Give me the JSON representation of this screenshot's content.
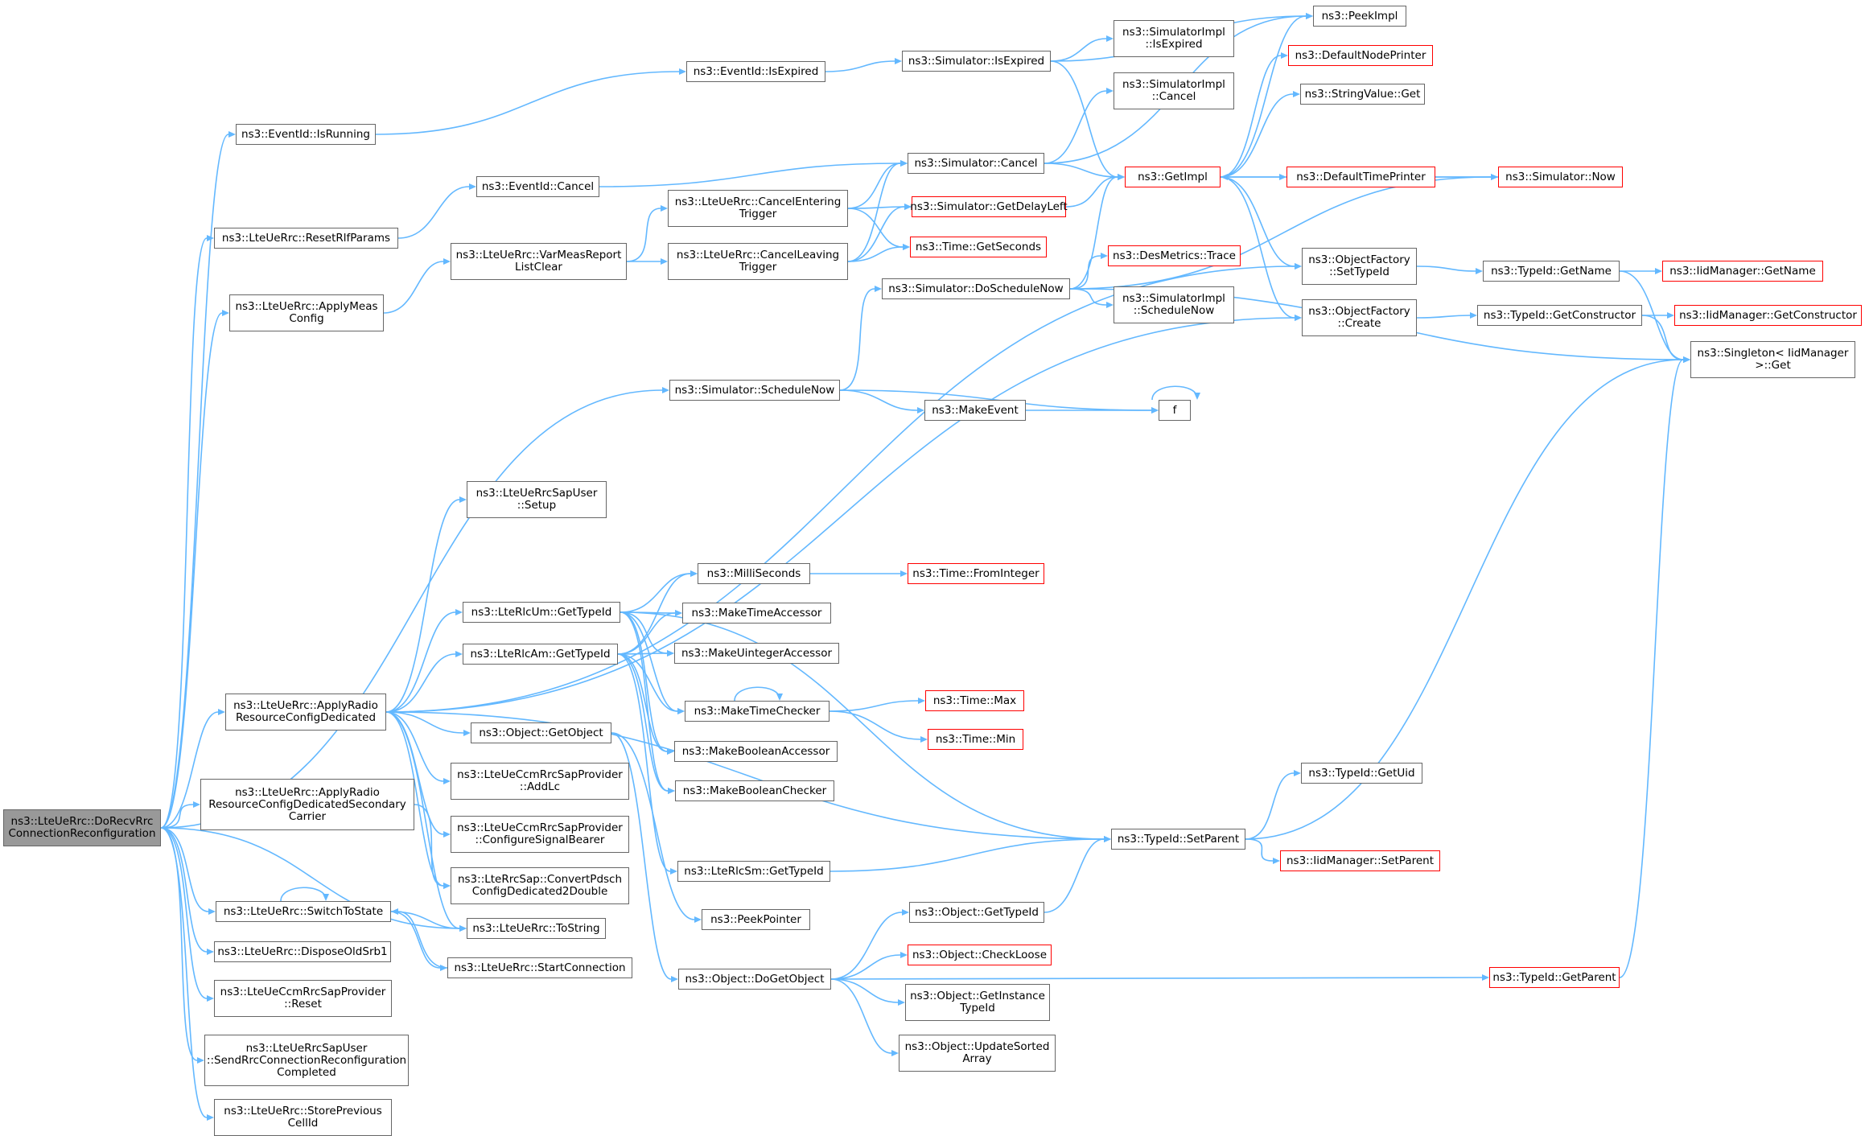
{
  "colors": {
    "edge": "#63b8ff",
    "border": "#666666",
    "truncated_border": "#ff0000",
    "root_fill": "#999999"
  },
  "nodes": [
    {
      "id": "root",
      "lines": [
        "ns3::LteUeRrc::DoRecvRrc",
        "ConnectionReconfiguration"
      ],
      "style": "root"
    },
    {
      "id": "evIsRunning",
      "lines": [
        "ns3::EventId::IsRunning"
      ]
    },
    {
      "id": "resetRlf",
      "lines": [
        "ns3::LteUeRrc::ResetRlfParams"
      ]
    },
    {
      "id": "applyMeas",
      "lines": [
        "ns3::LteUeRrc::ApplyMeas",
        "Config"
      ]
    },
    {
      "id": "applyRadio",
      "lines": [
        "ns3::LteUeRrc::ApplyRadio",
        "ResourceConfigDedicated"
      ]
    },
    {
      "id": "applyRadioSec",
      "lines": [
        "ns3::LteUeRrc::ApplyRadio",
        "ResourceConfigDedicatedSecondary",
        "Carrier"
      ]
    },
    {
      "id": "switchState",
      "lines": [
        "ns3::LteUeRrc::SwitchToState"
      ]
    },
    {
      "id": "disposeSrb1",
      "lines": [
        "ns3::LteUeRrc::DisposeOldSrb1"
      ]
    },
    {
      "id": "ccmReset",
      "lines": [
        "ns3::LteUeCcmRrcSapProvider",
        "::Reset"
      ]
    },
    {
      "id": "sendReconf",
      "lines": [
        "ns3::LteUeRrcSapUser",
        "::SendRrcConnectionReconfiguration",
        "Completed"
      ]
    },
    {
      "id": "storeCell",
      "lines": [
        "ns3::LteUeRrc::StorePrevious",
        "CellId"
      ]
    },
    {
      "id": "evIsExpired",
      "lines": [
        "ns3::EventId::IsExpired"
      ]
    },
    {
      "id": "evCancel",
      "lines": [
        "ns3::EventId::Cancel"
      ]
    },
    {
      "id": "varMeas",
      "lines": [
        "ns3::LteUeRrc::VarMeasReport",
        "ListClear"
      ]
    },
    {
      "id": "simSchedNow",
      "lines": [
        "ns3::Simulator::ScheduleNow"
      ]
    },
    {
      "id": "sapSetup",
      "lines": [
        "ns3::LteUeRrcSapUser",
        "::Setup"
      ]
    },
    {
      "id": "umGetTypeId",
      "lines": [
        "ns3::LteRlcUm::GetTypeId"
      ]
    },
    {
      "id": "amGetTypeId",
      "lines": [
        "ns3::LteRlcAm::GetTypeId"
      ]
    },
    {
      "id": "objGetObject",
      "lines": [
        "ns3::Object::GetObject"
      ]
    },
    {
      "id": "ccmAddLc",
      "lines": [
        "ns3::LteUeCcmRrcSapProvider",
        "::AddLc"
      ]
    },
    {
      "id": "ccmConfSig",
      "lines": [
        "ns3::LteUeCcmRrcSapProvider",
        "::ConfigureSignalBearer"
      ]
    },
    {
      "id": "convPdsch",
      "lines": [
        "ns3::LteRrcSap::ConvertPdsch",
        "ConfigDedicated2Double"
      ]
    },
    {
      "id": "toString",
      "lines": [
        "ns3::LteUeRrc::ToString"
      ]
    },
    {
      "id": "startConn",
      "lines": [
        "ns3::LteUeRrc::StartConnection"
      ]
    },
    {
      "id": "simIsExpired",
      "lines": [
        "ns3::Simulator::IsExpired"
      ]
    },
    {
      "id": "cancelEnter",
      "lines": [
        "ns3::LteUeRrc::CancelEntering",
        "Trigger"
      ]
    },
    {
      "id": "cancelLeave",
      "lines": [
        "ns3::LteUeRrc::CancelLeaving",
        "Trigger"
      ]
    },
    {
      "id": "simCancel",
      "lines": [
        "ns3::Simulator::Cancel"
      ]
    },
    {
      "id": "simDelayLeft",
      "lines": [
        "ns3::Simulator::GetDelayLeft"
      ],
      "style": "red"
    },
    {
      "id": "timeGetSec",
      "lines": [
        "ns3::Time::GetSeconds"
      ],
      "style": "red"
    },
    {
      "id": "simDoSched",
      "lines": [
        "ns3::Simulator::DoScheduleNow"
      ]
    },
    {
      "id": "makeEvent",
      "lines": [
        "ns3::MakeEvent"
      ]
    },
    {
      "id": "f",
      "lines": [
        "f"
      ]
    },
    {
      "id": "milliSec",
      "lines": [
        "ns3::MilliSeconds"
      ]
    },
    {
      "id": "timeFromInt",
      "lines": [
        "ns3::Time::FromInteger"
      ],
      "style": "red"
    },
    {
      "id": "makeTimeAcc",
      "lines": [
        "ns3::MakeTimeAccessor"
      ]
    },
    {
      "id": "makeUintAcc",
      "lines": [
        "ns3::MakeUintegerAccessor"
      ]
    },
    {
      "id": "makeTimeChk",
      "lines": [
        "ns3::MakeTimeChecker"
      ]
    },
    {
      "id": "timeMax",
      "lines": [
        "ns3::Time::Max"
      ],
      "style": "red"
    },
    {
      "id": "timeMin",
      "lines": [
        "ns3::Time::Min"
      ],
      "style": "red"
    },
    {
      "id": "makeBoolAcc",
      "lines": [
        "ns3::MakeBooleanAccessor"
      ]
    },
    {
      "id": "makeBoolChk",
      "lines": [
        "ns3::MakeBooleanChecker"
      ]
    },
    {
      "id": "smGetTypeId",
      "lines": [
        "ns3::LteRlcSm::GetTypeId"
      ]
    },
    {
      "id": "peekPtr",
      "lines": [
        "ns3::PeekPointer"
      ]
    },
    {
      "id": "objDoGet",
      "lines": [
        "ns3::Object::DoGetObject"
      ]
    },
    {
      "id": "implIsExpired",
      "lines": [
        "ns3::SimulatorImpl",
        "::IsExpired"
      ]
    },
    {
      "id": "implCancel",
      "lines": [
        "ns3::SimulatorImpl",
        "::Cancel"
      ]
    },
    {
      "id": "getImpl",
      "lines": [
        "ns3::GetImpl"
      ],
      "style": "red"
    },
    {
      "id": "desTrace",
      "lines": [
        "ns3::DesMetrics::Trace"
      ],
      "style": "red"
    },
    {
      "id": "implSchedNow",
      "lines": [
        "ns3::SimulatorImpl",
        "::ScheduleNow"
      ]
    },
    {
      "id": "tidSetParent",
      "lines": [
        "ns3::TypeId::SetParent"
      ]
    },
    {
      "id": "objGetTypeId",
      "lines": [
        "ns3::Object::GetTypeId"
      ]
    },
    {
      "id": "objCheckLoose",
      "lines": [
        "ns3::Object::CheckLoose"
      ],
      "style": "red"
    },
    {
      "id": "objGetInstTid",
      "lines": [
        "ns3::Object::GetInstance",
        "TypeId"
      ]
    },
    {
      "id": "objUpdSorted",
      "lines": [
        "ns3::Object::UpdateSorted",
        "Array"
      ]
    },
    {
      "id": "peekImpl",
      "lines": [
        "ns3::PeekImpl"
      ]
    },
    {
      "id": "defNodePrinter",
      "lines": [
        "ns3::DefaultNodePrinter"
      ],
      "style": "red"
    },
    {
      "id": "strValGet",
      "lines": [
        "ns3::StringValue::Get"
      ]
    },
    {
      "id": "defTimePrinter",
      "lines": [
        "ns3::DefaultTimePrinter"
      ],
      "style": "red"
    },
    {
      "id": "ofSetTypeId",
      "lines": [
        "ns3::ObjectFactory",
        "::SetTypeId"
      ]
    },
    {
      "id": "ofCreate",
      "lines": [
        "ns3::ObjectFactory",
        "::Create"
      ]
    },
    {
      "id": "tidGetUid",
      "lines": [
        "ns3::TypeId::GetUid"
      ]
    },
    {
      "id": "iidSetParent",
      "lines": [
        "ns3::IidManager::SetParent"
      ],
      "style": "red"
    },
    {
      "id": "tidGetParent",
      "lines": [
        "ns3::TypeId::GetParent"
      ],
      "style": "red"
    },
    {
      "id": "simNow",
      "lines": [
        "ns3::Simulator::Now"
      ],
      "style": "red"
    },
    {
      "id": "tidGetName",
      "lines": [
        "ns3::TypeId::GetName"
      ]
    },
    {
      "id": "tidGetCons",
      "lines": [
        "ns3::TypeId::GetConstructor"
      ]
    },
    {
      "id": "iidGetName",
      "lines": [
        "ns3::IidManager::GetName"
      ],
      "style": "red"
    },
    {
      "id": "iidGetCons",
      "lines": [
        "ns3::IidManager::GetConstructor"
      ],
      "style": "red"
    },
    {
      "id": "singleton",
      "lines": [
        "ns3::Singleton< IidManager",
        ">::Get"
      ]
    }
  ],
  "edges": [
    [
      "root",
      "evIsRunning"
    ],
    [
      "root",
      "resetRlf"
    ],
    [
      "root",
      "applyMeas"
    ],
    [
      "root",
      "simSchedNow"
    ],
    [
      "root",
      "applyRadio"
    ],
    [
      "root",
      "applyRadioSec"
    ],
    [
      "root",
      "switchState"
    ],
    [
      "root",
      "toString"
    ],
    [
      "root",
      "disposeSrb1"
    ],
    [
      "root",
      "ccmReset"
    ],
    [
      "root",
      "sendReconf"
    ],
    [
      "root",
      "storeCell"
    ],
    [
      "evIsRunning",
      "evIsExpired"
    ],
    [
      "evIsExpired",
      "simIsExpired"
    ],
    [
      "simIsExpired",
      "peekImpl"
    ],
    [
      "simIsExpired",
      "implIsExpired"
    ],
    [
      "simIsExpired",
      "getImpl"
    ],
    [
      "resetRlf",
      "evCancel"
    ],
    [
      "evCancel",
      "simCancel"
    ],
    [
      "applyMeas",
      "varMeas"
    ],
    [
      "varMeas",
      "cancelEnter"
    ],
    [
      "varMeas",
      "cancelLeave"
    ],
    [
      "cancelEnter",
      "simCancel"
    ],
    [
      "cancelEnter",
      "simDelayLeft"
    ],
    [
      "cancelEnter",
      "timeGetSec"
    ],
    [
      "cancelLeave",
      "simCancel"
    ],
    [
      "cancelLeave",
      "simDelayLeft"
    ],
    [
      "cancelLeave",
      "timeGetSec"
    ],
    [
      "simCancel",
      "implCancel"
    ],
    [
      "simCancel",
      "getImpl"
    ],
    [
      "simCancel",
      "peekImpl"
    ],
    [
      "simDelayLeft",
      "getImpl"
    ],
    [
      "simSchedNow",
      "simDoSched"
    ],
    [
      "simSchedNow",
      "makeEvent"
    ],
    [
      "simSchedNow",
      "f"
    ],
    [
      "makeEvent",
      "f"
    ],
    [
      "f",
      "f"
    ],
    [
      "simDoSched",
      "getImpl"
    ],
    [
      "simDoSched",
      "desTrace"
    ],
    [
      "simDoSched",
      "implSchedNow"
    ],
    [
      "simDoSched",
      "simNow"
    ],
    [
      "simDoSched",
      "singleton"
    ],
    [
      "getImpl",
      "peekImpl"
    ],
    [
      "getImpl",
      "defNodePrinter"
    ],
    [
      "getImpl",
      "strValGet"
    ],
    [
      "getImpl",
      "defTimePrinter"
    ],
    [
      "getImpl",
      "ofSetTypeId"
    ],
    [
      "getImpl",
      "ofCreate"
    ],
    [
      "defTimePrinter",
      "simNow"
    ],
    [
      "simNow",
      "getImpl"
    ],
    [
      "ofSetTypeId",
      "tidGetName"
    ],
    [
      "ofCreate",
      "tidGetCons"
    ],
    [
      "tidGetName",
      "iidGetName"
    ],
    [
      "tidGetName",
      "singleton"
    ],
    [
      "tidGetCons",
      "iidGetCons"
    ],
    [
      "tidGetCons",
      "singleton"
    ],
    [
      "applyRadio",
      "sapSetup"
    ],
    [
      "applyRadio",
      "umGetTypeId"
    ],
    [
      "applyRadio",
      "amGetTypeId"
    ],
    [
      "applyRadio",
      "ofSetTypeId"
    ],
    [
      "applyRadio",
      "ofCreate"
    ],
    [
      "applyRadio",
      "objGetObject"
    ],
    [
      "applyRadio",
      "ccmAddLc"
    ],
    [
      "applyRadio",
      "ccmConfSig"
    ],
    [
      "applyRadio",
      "convPdsch"
    ],
    [
      "applyRadio",
      "toString"
    ],
    [
      "applyRadio",
      "tidSetParent"
    ],
    [
      "applyRadioSec",
      "convPdsch"
    ],
    [
      "switchState",
      "switchState"
    ],
    [
      "switchState",
      "toString"
    ],
    [
      "switchState",
      "startConn"
    ],
    [
      "startConn",
      "switchState"
    ],
    [
      "umGetTypeId",
      "milliSec"
    ],
    [
      "umGetTypeId",
      "makeTimeAcc"
    ],
    [
      "umGetTypeId",
      "makeUintAcc"
    ],
    [
      "umGetTypeId",
      "makeTimeChk"
    ],
    [
      "umGetTypeId",
      "makeBoolAcc"
    ],
    [
      "umGetTypeId",
      "makeBoolChk"
    ],
    [
      "umGetTypeId",
      "tidSetParent"
    ],
    [
      "amGetTypeId",
      "milliSec"
    ],
    [
      "amGetTypeId",
      "makeTimeAcc"
    ],
    [
      "amGetTypeId",
      "makeUintAcc"
    ],
    [
      "amGetTypeId",
      "makeTimeChk"
    ],
    [
      "amGetTypeId",
      "makeBoolAcc"
    ],
    [
      "amGetTypeId",
      "makeBoolChk"
    ],
    [
      "amGetTypeId",
      "smGetTypeId"
    ],
    [
      "milliSec",
      "timeFromInt"
    ],
    [
      "makeTimeChk",
      "makeTimeChk"
    ],
    [
      "makeTimeChk",
      "timeMax"
    ],
    [
      "makeTimeChk",
      "timeMin"
    ],
    [
      "objGetObject",
      "peekPtr"
    ],
    [
      "objGetObject",
      "objDoGet"
    ],
    [
      "smGetTypeId",
      "tidSetParent"
    ],
    [
      "objDoGet",
      "objGetTypeId"
    ],
    [
      "objDoGet",
      "objCheckLoose"
    ],
    [
      "objDoGet",
      "objGetInstTid"
    ],
    [
      "objDoGet",
      "objUpdSorted"
    ],
    [
      "objDoGet",
      "tidGetParent"
    ],
    [
      "objGetTypeId",
      "tidSetParent"
    ],
    [
      "tidSetParent",
      "tidGetUid"
    ],
    [
      "tidSetParent",
      "iidSetParent"
    ],
    [
      "tidSetParent",
      "singleton"
    ],
    [
      "tidGetParent",
      "singleton"
    ]
  ]
}
